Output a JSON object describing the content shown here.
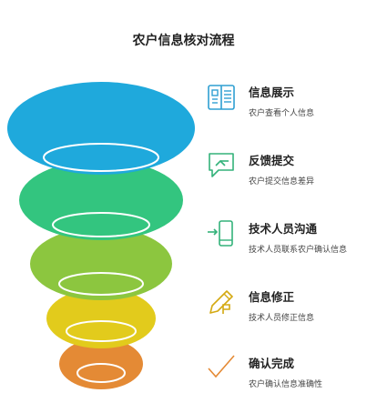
{
  "title": "农户信息核对流程",
  "colors": {
    "level1": "#1fa9dc",
    "level2": "#33c57f",
    "level3": "#8cc63f",
    "level4": "#e2cb1c",
    "level5": "#e48a35",
    "icon_line": "#2f9fd2",
    "icon_green": "#33b27a",
    "icon_gold": "#d4a912",
    "icon_orange": "#e48a35"
  },
  "steps": [
    {
      "label": "信息展示",
      "desc": "农户查看个人信息",
      "icon": "document-icon"
    },
    {
      "label": "反馈提交",
      "desc": "农户提交信息差异",
      "icon": "feedback-bubble-icon"
    },
    {
      "label": "技术人员沟通",
      "desc": "技术人员联系农户确认信息",
      "icon": "phone-contact-icon"
    },
    {
      "label": "信息修正",
      "desc": "技术人员修正信息",
      "icon": "pencil-edit-icon"
    },
    {
      "label": "确认完成",
      "desc": "农户确认信息准确性",
      "icon": "checkmark-icon"
    }
  ]
}
